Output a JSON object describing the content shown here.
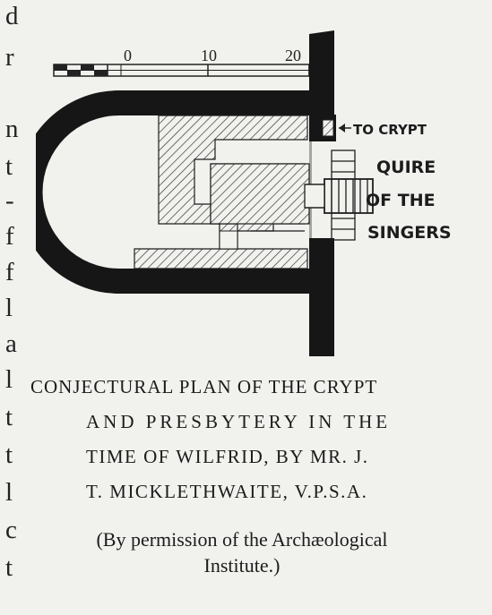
{
  "margin_text": [
    "d",
    "r",
    "n",
    "t",
    "-",
    "f",
    "f",
    "l",
    "a",
    "l",
    "t",
    "t",
    "l",
    "c",
    "t"
  ],
  "plan": {
    "scale_labels": [
      "0",
      "10",
      "20"
    ],
    "crypt_label": "TO CRYPT",
    "quire_label": [
      "QUIRE",
      "OF THE",
      "SINGERS"
    ]
  },
  "caption": [
    "CONJECTURAL PLAN OF THE CRYPT",
    "AND PRESBYTERY IN THE",
    "TIME OF WILFRID, BY MR. J.",
    "T. MICKLETHWAITE, V.P.S.A."
  ],
  "credit": [
    "(By permission of the Archæological",
    "Institute.)"
  ]
}
